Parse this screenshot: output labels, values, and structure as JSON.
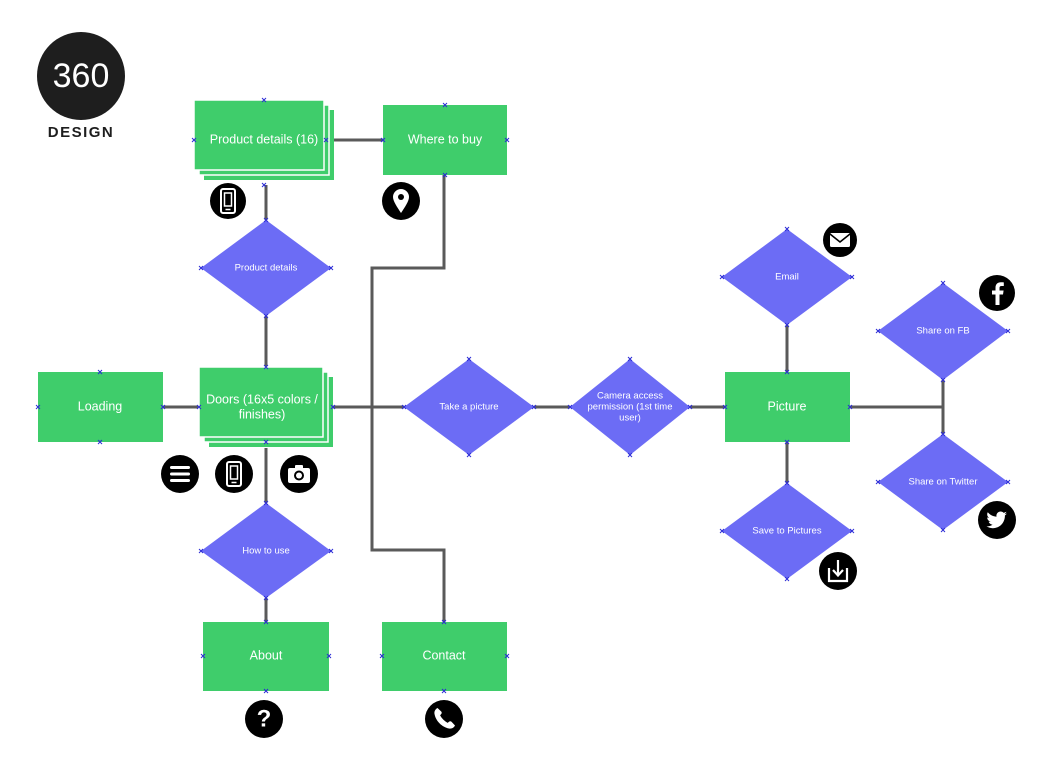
{
  "logo": {
    "number": "360",
    "word": "DESIGN"
  },
  "nodes": {
    "product_details_16": "Product details (16)",
    "where_to_buy": "Where to buy",
    "product_details": "Product details",
    "loading": "Loading",
    "doors": [
      "Doors (16x5 colors /",
      "finishes)"
    ],
    "take_picture": "Take a picture",
    "camera_access": [
      "Camera access",
      "permission (1st time",
      "user)"
    ],
    "picture": "Picture",
    "email": "Email",
    "share_fb": "Share on FB",
    "share_twitter": "Share on Twitter",
    "save_pictures": "Save to Pictures",
    "how_to_use": "How to use",
    "about": "About",
    "contact": "Contact"
  },
  "icons": [
    "phone-device-icon",
    "location-pin-icon",
    "mail-icon",
    "facebook-icon",
    "menu-icon",
    "phone-device-icon",
    "camera-icon",
    "twitter-icon",
    "download-icon",
    "help-icon",
    "phone-call-icon"
  ],
  "colors": {
    "rect": "#3fcd6b",
    "diamond": "#6c6cf5",
    "connector": "#5a5a5a",
    "icon": "#000000"
  }
}
